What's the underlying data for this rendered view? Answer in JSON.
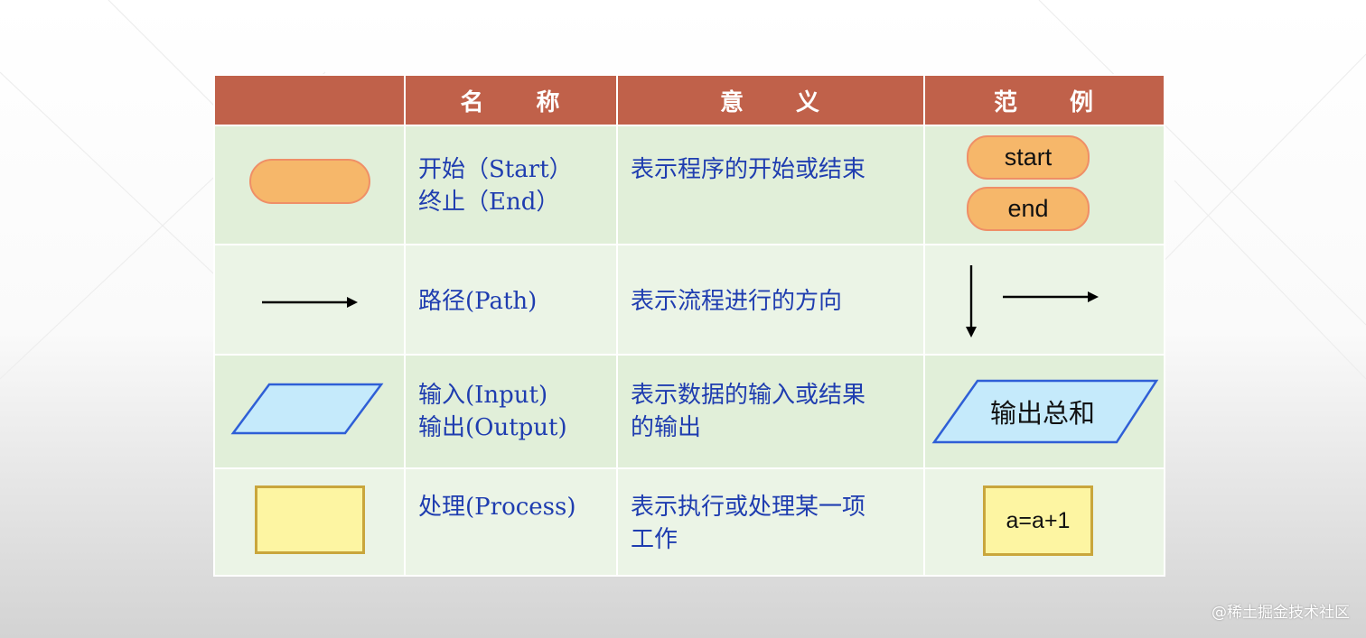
{
  "table": {
    "headers": [
      "",
      "名　　称",
      "意　　义",
      "范　　例"
    ],
    "rows": [
      {
        "symbol": "terminator",
        "name_lines": [
          "开始（Start）",
          "终止（End）"
        ],
        "meaning_lines": [
          "表示程序的开始或结束"
        ],
        "example_labels": [
          "start",
          "end"
        ]
      },
      {
        "symbol": "arrow",
        "name_lines": [
          "路径(Path)"
        ],
        "meaning_lines": [
          "表示流程进行的方向"
        ],
        "example_labels": []
      },
      {
        "symbol": "parallelogram",
        "name_lines": [
          "输入(Input)",
          "输出(Output)"
        ],
        "meaning_lines": [
          "表示数据的输入或结果",
          "的输出"
        ],
        "example_labels": [
          "输出总和"
        ]
      },
      {
        "symbol": "rectangle",
        "name_lines": [
          "处理(Process)"
        ],
        "meaning_lines": [
          "表示执行或处理某一项",
          "工作"
        ],
        "example_labels": [
          "a=a+1"
        ]
      }
    ]
  },
  "watermark": "@稀土掘金技术社区",
  "colors": {
    "header_bg": "#c0614a",
    "row_bg_a": "#e1efd9",
    "row_bg_b": "#ebf4e6",
    "text_blue": "#1f3db0",
    "terminator_fill": "#f6b76a",
    "terminator_stroke": "#ef8f67",
    "io_fill": "#c5eafb",
    "io_stroke": "#2f5fd6",
    "process_fill": "#fdf5a2",
    "process_stroke": "#c9a63c"
  }
}
